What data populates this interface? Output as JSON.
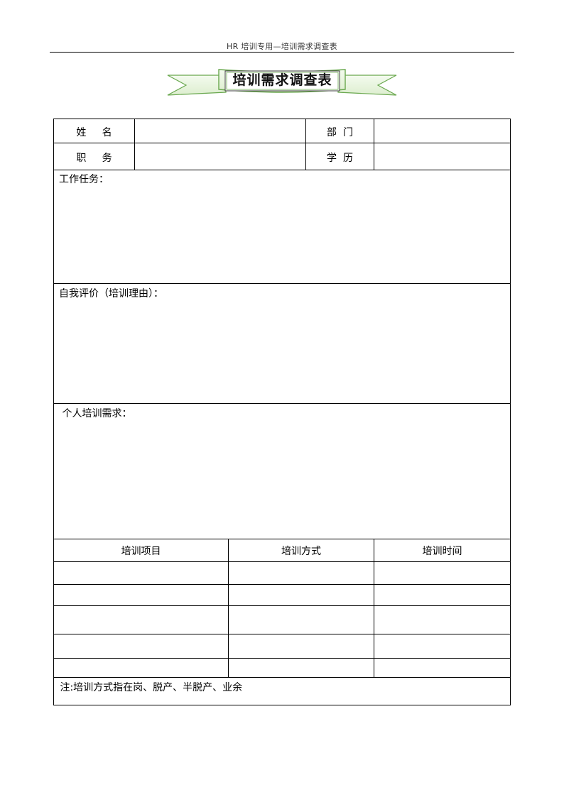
{
  "header": {
    "text": "HR 培训专用—培训需求调查表"
  },
  "title": "培训需求调查表",
  "form": {
    "name_label": "姓     名",
    "department_label": "部  门",
    "position_label": "职     务",
    "education_label": "学  历",
    "work_tasks_label": "工作任务：",
    "self_evaluation_label": "自我评价（培训理由）：",
    "personal_needs_label": " 个人培训需求：",
    "columns": [
      "培训项目",
      "培训方式",
      "培训时间"
    ],
    "note": " 注:培训方式指在岗、脱产、半脱产、业余"
  }
}
